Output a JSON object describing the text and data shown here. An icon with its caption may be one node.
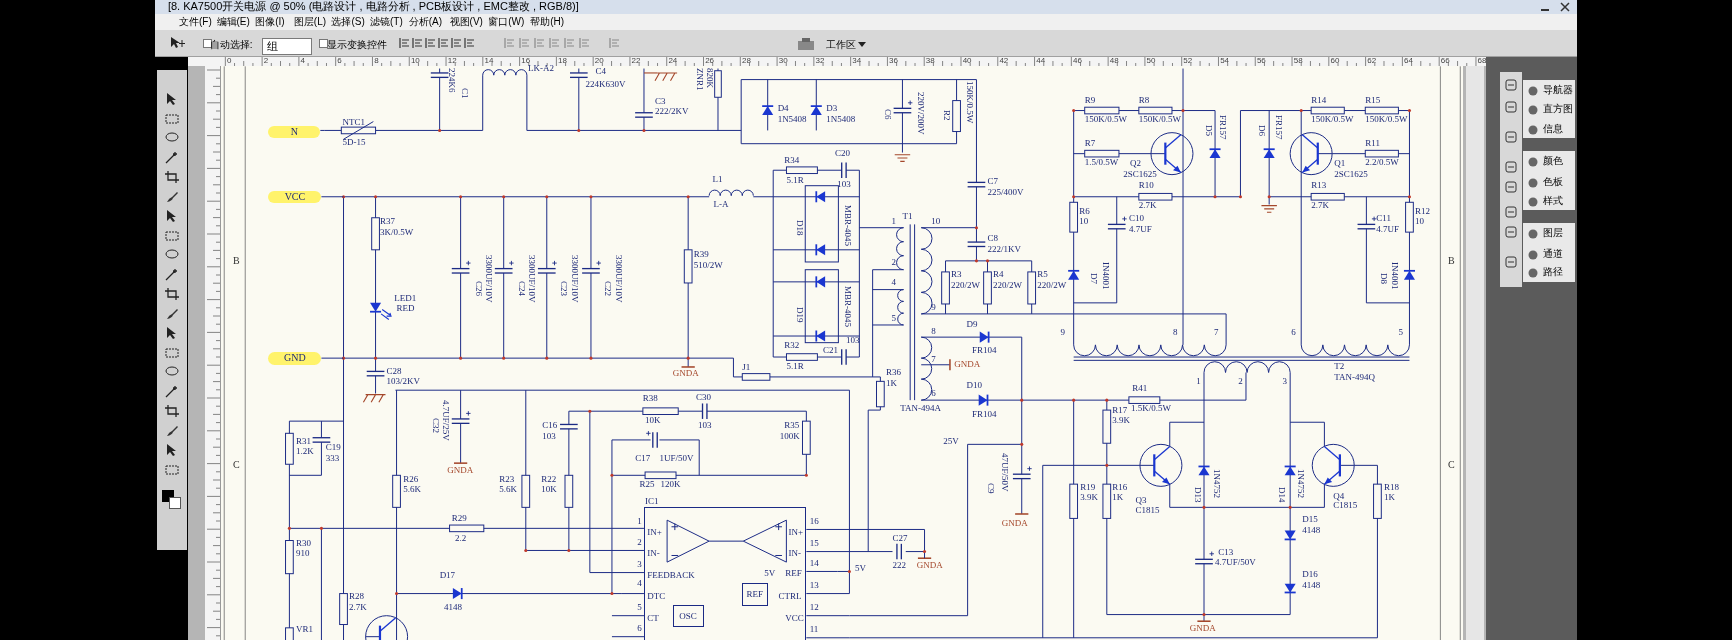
{
  "diagram": {
    "nodes": [
      {
        "text": [
          "N"
        ]
      },
      {
        "text": [
          "VCC"
        ]
      },
      {
        "text": [
          "GND"
        ]
      },
      {
        "text": [
          "IC1",
          "IN+",
          "IN-",
          "FEEDBACK",
          "DTC",
          "CT",
          "IN+",
          "IN-",
          "5V",
          "REF",
          "CTRL",
          "VCC"
        ]
      },
      {
        "text": [
          "OSC"
        ],
        "in": 3
      },
      {
        "text": [
          "REF"
        ],
        "in": 3
      }
    ],
    "edges": [
      {
        "from": 0,
        "to": null,
        "arrow": "none"
      },
      {
        "from": 1,
        "to": null,
        "arrow": "none"
      },
      {
        "from": 2,
        "to": null,
        "arrow": "none"
      },
      {
        "from": 3,
        "to": null,
        "arrow": "none"
      },
      {
        "from": 3,
        "to": null,
        "arrow": "none"
      },
      {
        "from": 3,
        "to": null,
        "arrow": "none"
      },
      {
        "from": 3,
        "to": null,
        "arrow": "none"
      },
      {
        "from": 3,
        "to": null,
        "arrow": "none"
      },
      {
        "from": 3,
        "to": null,
        "arrow": "none"
      },
      {
        "from": 3,
        "to": null,
        "arrow": "none"
      },
      {
        "from": 3,
        "to": null,
        "arrow": "none"
      },
      {
        "from": 3,
        "to": null,
        "arrow": "none"
      },
      {
        "from": 3,
        "to": null,
        "arrow": "none"
      },
      {
        "from": 3,
        "to": null,
        "arrow": "none"
      },
      {
        "from": 3,
        "to": null,
        "arrow": "none"
      }
    ],
    "labels": [
      "[8. KA7500开关电源 @ 50% (电路设计 , 电路分析 , PCB板设计 , EMC整改 , RGB/8)]",
      "文件(F)",
      "编辑(E)",
      "图像(I)",
      "图层(L)",
      "选择(S)",
      "滤镜(T)",
      "分析(A)",
      "视图(V)",
      "窗口(W)",
      "帮助(H)",
      "自动选择:",
      "组",
      "显示变换控件",
      "工作区",
      "0",
      "2",
      "4",
      "6",
      "8",
      "10",
      "12",
      "14",
      "16",
      "18",
      "20",
      "22",
      "24",
      "26",
      "28",
      "30",
      "32",
      "34",
      "36",
      "38",
      "40",
      "42",
      "44",
      "46",
      "48",
      "50",
      "52",
      "54",
      "56",
      "58",
      "60",
      "62",
      "64",
      "66",
      "68",
      "224K6",
      "C1",
      "LK-A2",
      "C4",
      "224K630V",
      "C3",
      "222/2KV",
      "ZNR1",
      "820K",
      "NTC1",
      "5D-15",
      "D4",
      "1N5408",
      "D3",
      "1N5408",
      "C6",
      "220V/200V",
      "R2",
      "150K/0.5W",
      "R9",
      "150K/0.5W",
      "R8",
      "150K/0.5W",
      "D5",
      "FR157",
      "D6",
      "FR157",
      "R14",
      "150K/0.5W",
      "R15",
      "150K/0.5W",
      "R7",
      "1.5/0.5W",
      "Q2",
      "2SC1625",
      "Q1",
      "2SC1625",
      "R11",
      "2.2/0.5W",
      "R10",
      "2.7K",
      "R13",
      "2.7K",
      "R6",
      "10",
      "C10",
      "4.7UF",
      "C11",
      "4.7UF",
      "R12",
      "10",
      "D7",
      "IN4001",
      "D8",
      "IN4001",
      "9",
      "8",
      "7",
      "6",
      "5",
      "R34",
      "5.1R",
      "C20",
      "103",
      "L1",
      "L-A",
      "C7",
      "225/400V",
      "D18",
      "MBR-4045",
      "D19",
      "MBR-4045",
      "1",
      "T1",
      "10",
      "2",
      "4",
      "5",
      "C8",
      "222/1KV",
      "R3",
      "220/2W",
      "R4",
      "220/2W",
      "R5",
      "220/2W",
      "9",
      "D9",
      "FR104",
      "8",
      "7",
      "GNDA",
      "6",
      "R32",
      "5.1R",
      "C21",
      "103",
      "J1",
      "R36",
      "1K",
      "TAN-494A",
      "D10",
      "FR104",
      "1",
      "2",
      "3",
      "T2",
      "TAN-494Q",
      "R41",
      "R17",
      "1.5K/0.5W",
      "3.9K",
      "25V",
      "Q3",
      "C1815",
      "D13",
      "1N4752",
      "D14",
      "1N4752",
      "Q4",
      "C1815",
      "R18",
      "1K",
      "R19",
      "3.9K",
      "R16",
      "1K",
      "C9",
      "47UF/50V",
      "GNDA",
      "D15",
      "4148",
      "C13",
      "4.7UF/50V",
      "D16",
      "4148",
      "GNDA",
      "C27",
      "222",
      "GNDA",
      "5V",
      "16",
      "15",
      "14",
      "13",
      "12",
      "11",
      "R37",
      "3K/0.5W",
      "LED1",
      "RED",
      "C26",
      "3300UF/10V",
      "C24",
      "3300UF/10V",
      "C23",
      "3300UF/10V",
      "C22",
      "3300UF/10V",
      "R39",
      "510/2W",
      "C28",
      "GNDA",
      "103/2KV",
      "C32",
      "4.7UF/25V",
      "GNDA",
      "C16",
      "103",
      "R38",
      "10K",
      "C30",
      "103",
      "R35",
      "100K",
      "C17",
      "1UF/50V",
      "R25",
      "120K",
      "R31",
      "1.2K",
      "C19",
      "333",
      "R26",
      "5.6K",
      "R23",
      "5.6K",
      "R22",
      "10K",
      "R29",
      "2.2",
      "R30",
      "910",
      "D17",
      "4148",
      "R28",
      "2.7K",
      "VR1",
      "1",
      "2",
      "3",
      "4",
      "5",
      "6",
      "B",
      "B",
      "C",
      "C",
      "导航器",
      "直方图",
      "信息",
      "颜色",
      "色板",
      "样式",
      "图层",
      "通道",
      "路径"
    ]
  }
}
